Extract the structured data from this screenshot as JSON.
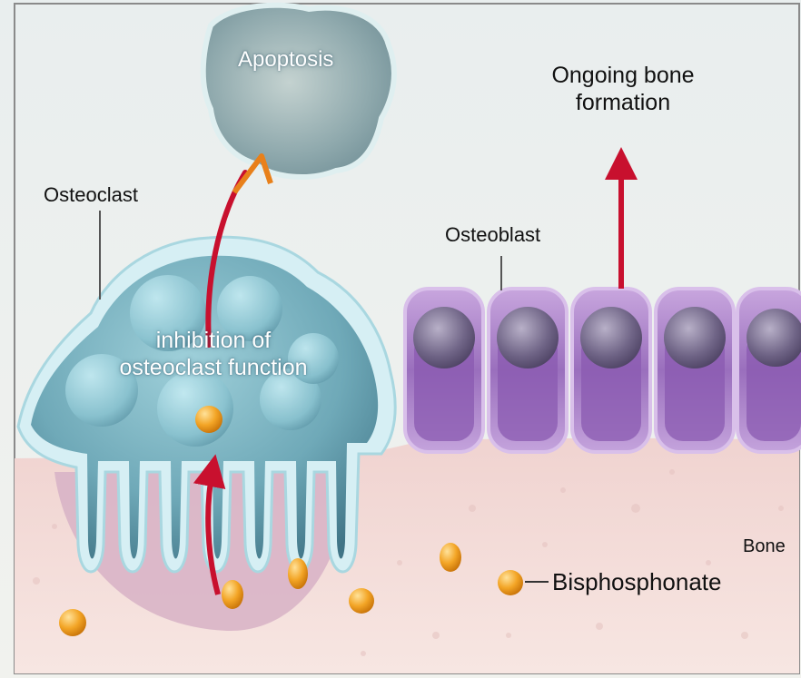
{
  "labels": {
    "apoptosis": "Apoptosis",
    "ongoing_bone_formation_line1": "Ongoing bone",
    "ongoing_bone_formation_line2": "formation",
    "osteoclast": "Osteoclast",
    "osteoblast": "Osteoblast",
    "inhibition_line1": "inhibition of",
    "inhibition_line2": "osteoclast function",
    "bone": "Bone",
    "bisphosphonate": "Bisphosphonate"
  },
  "colors": {
    "background": "#eef1ef",
    "bone": "#f3dcd8",
    "osteoclast_body": "#7fb7c4",
    "osteoclast_membrane": "#d8f0f4",
    "osteoblast": "#a47bc3",
    "osteoblast_nucleus": "#6d6287",
    "bisphosphonate": "#f0a424",
    "arrow": "#c8102e",
    "apoptotic_cell": "#9fb6b8"
  },
  "icons": {
    "arrow": "red-upward-arrow-icon",
    "drug": "orange-sphere-icon"
  }
}
